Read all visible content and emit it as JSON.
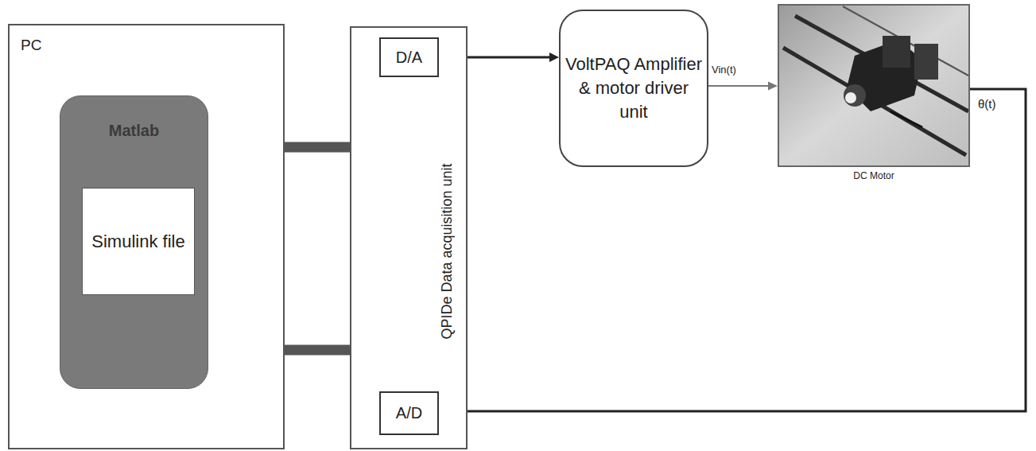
{
  "diagram": {
    "nodes": [
      {
        "text": [
          "PC"
        ]
      },
      {
        "text": [
          "Matlab"
        ],
        "in": 0
      },
      {
        "text": [
          "Simulink file"
        ],
        "in": 1
      },
      {
        "text": [
          "QPIDe Data acquisition unit"
        ]
      },
      {
        "text": [
          "D/A"
        ],
        "in": 3
      },
      {
        "text": [
          "A/D"
        ],
        "in": 3
      },
      {
        "text": [
          "VoltPAQ Amplifier & motor driver unit"
        ]
      },
      {
        "text": [
          "DC Motor"
        ]
      }
    ],
    "edges": [
      {
        "from": 1,
        "to": 4,
        "arrow": "to"
      },
      {
        "from": 5,
        "to": 1,
        "arrow": "to"
      },
      {
        "from": 4,
        "to": 6,
        "arrow": "to"
      },
      {
        "from": 6,
        "to": 7,
        "arrow": "to",
        "label": "Vin(t)"
      },
      {
        "from": 7,
        "to": 5,
        "arrow": "to",
        "label": "θ(t)"
      }
    ]
  }
}
